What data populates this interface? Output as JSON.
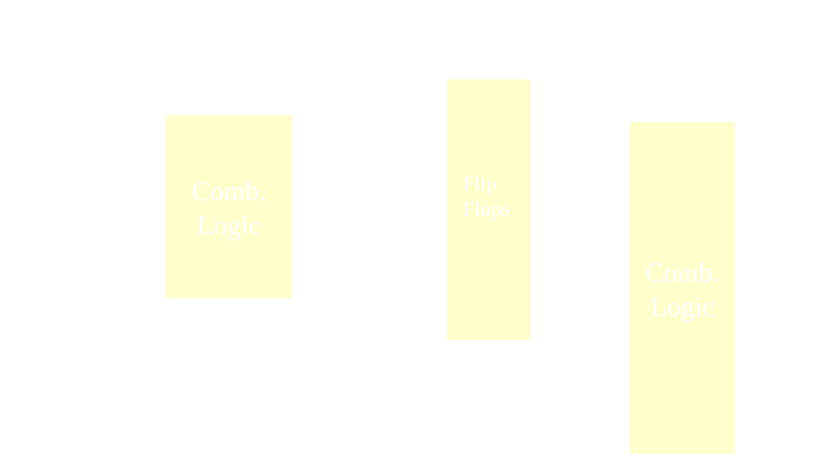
{
  "diagram": {
    "blocks": [
      {
        "id": "comb-left",
        "lines": [
          "Comb.",
          "Logic"
        ]
      },
      {
        "id": "flip-flops",
        "lines": [
          "Flip",
          "Flops"
        ]
      },
      {
        "id": "comb-right",
        "lines": [
          "Comb.",
          "Logic"
        ]
      }
    ]
  },
  "colors": {
    "block_fill": "#ffffcc",
    "block_text": "#ffffff",
    "background": "#ffffff"
  }
}
